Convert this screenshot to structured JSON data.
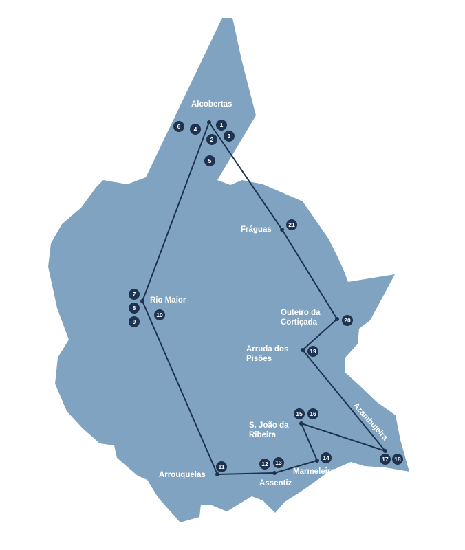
{
  "colors": {
    "land": "#7fa3c0",
    "route": "#1d3350",
    "badge": "#1d3350",
    "label": "#ffffff",
    "background": "#ffffff"
  },
  "places": {
    "alcobertas": "Alcobertas",
    "rio_maior": "Rio Maior",
    "fraguas": "Fráguas",
    "outeiro_line1": "Outeiro da",
    "outeiro_line2": "Cortiçada",
    "arruda_line1": "Arruda dos",
    "arruda_line2": "Pisões",
    "sjoao_line1": "S. João da",
    "sjoao_line2": "Ribeira",
    "azambujeira": "Azambujeira",
    "arrouquelas": "Arrouquelas",
    "assentiz": "Assentiz",
    "marmeleira": "Marmeleira"
  },
  "stops": [
    "1",
    "2",
    "3",
    "4",
    "5",
    "6",
    "7",
    "8",
    "9",
    "10",
    "11",
    "12",
    "13",
    "14",
    "15",
    "16",
    "17",
    "18",
    "19",
    "20",
    "21"
  ]
}
